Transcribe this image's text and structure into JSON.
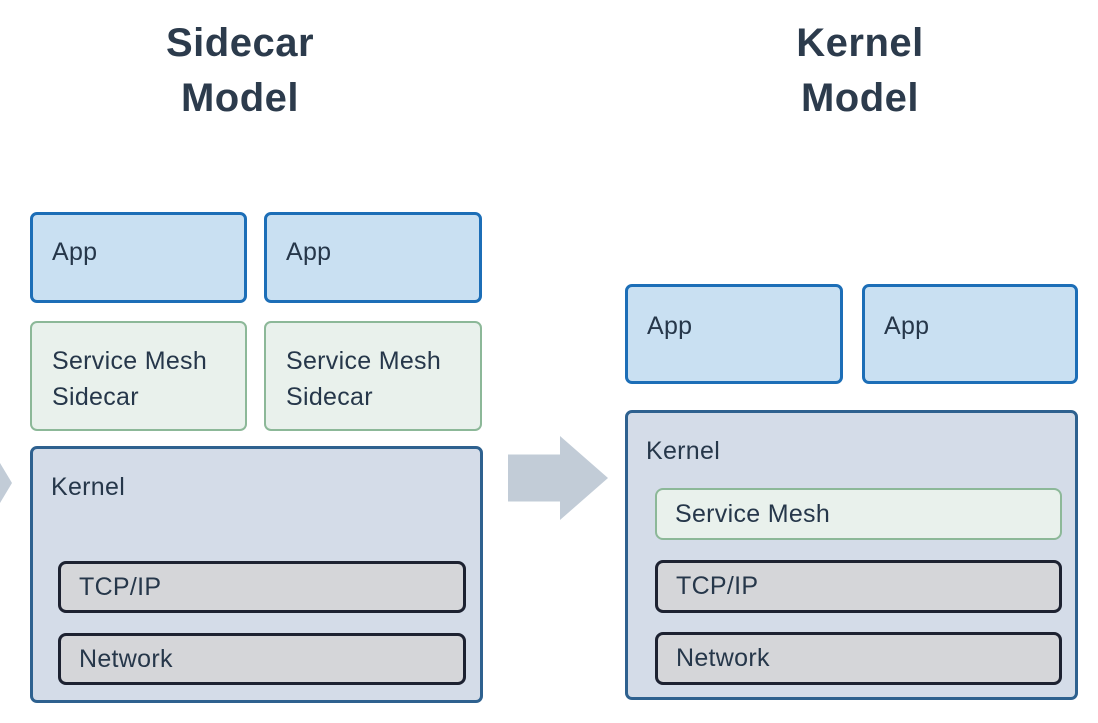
{
  "left_panel": {
    "title_line1": "Sidecar",
    "title_line2": "Model",
    "apps": [
      "App",
      "App"
    ],
    "sidecars": [
      {
        "line1": "Service Mesh",
        "line2": "Sidecar"
      },
      {
        "line1": "Service Mesh",
        "line2": "Sidecar"
      }
    ],
    "kernel_label": "Kernel",
    "layers": [
      "TCP/IP",
      "Network"
    ]
  },
  "right_panel": {
    "title_line1": "Kernel",
    "title_line2": "Model",
    "apps": [
      "App",
      "App"
    ],
    "kernel_label": "Kernel",
    "service_mesh_label": "Service Mesh",
    "layers": [
      "TCP/IP",
      "Network"
    ]
  },
  "icons": {
    "transition_arrow": "right-block-arrow",
    "edge_arrow": "right-arrow-tip"
  },
  "colors": {
    "app_fill": "#c9e0f2",
    "app_border": "#1c6eb7",
    "service_mesh_fill": "#e9f1ec",
    "service_mesh_border": "#8cb898",
    "kernel_fill": "#d4dce8",
    "kernel_border": "#2e618f",
    "layer_fill": "#d5d6d9",
    "layer_border": "#1d2231",
    "arrow": "#c2ccd7",
    "text": "#26374a",
    "title_text": "#2c3b4c"
  }
}
